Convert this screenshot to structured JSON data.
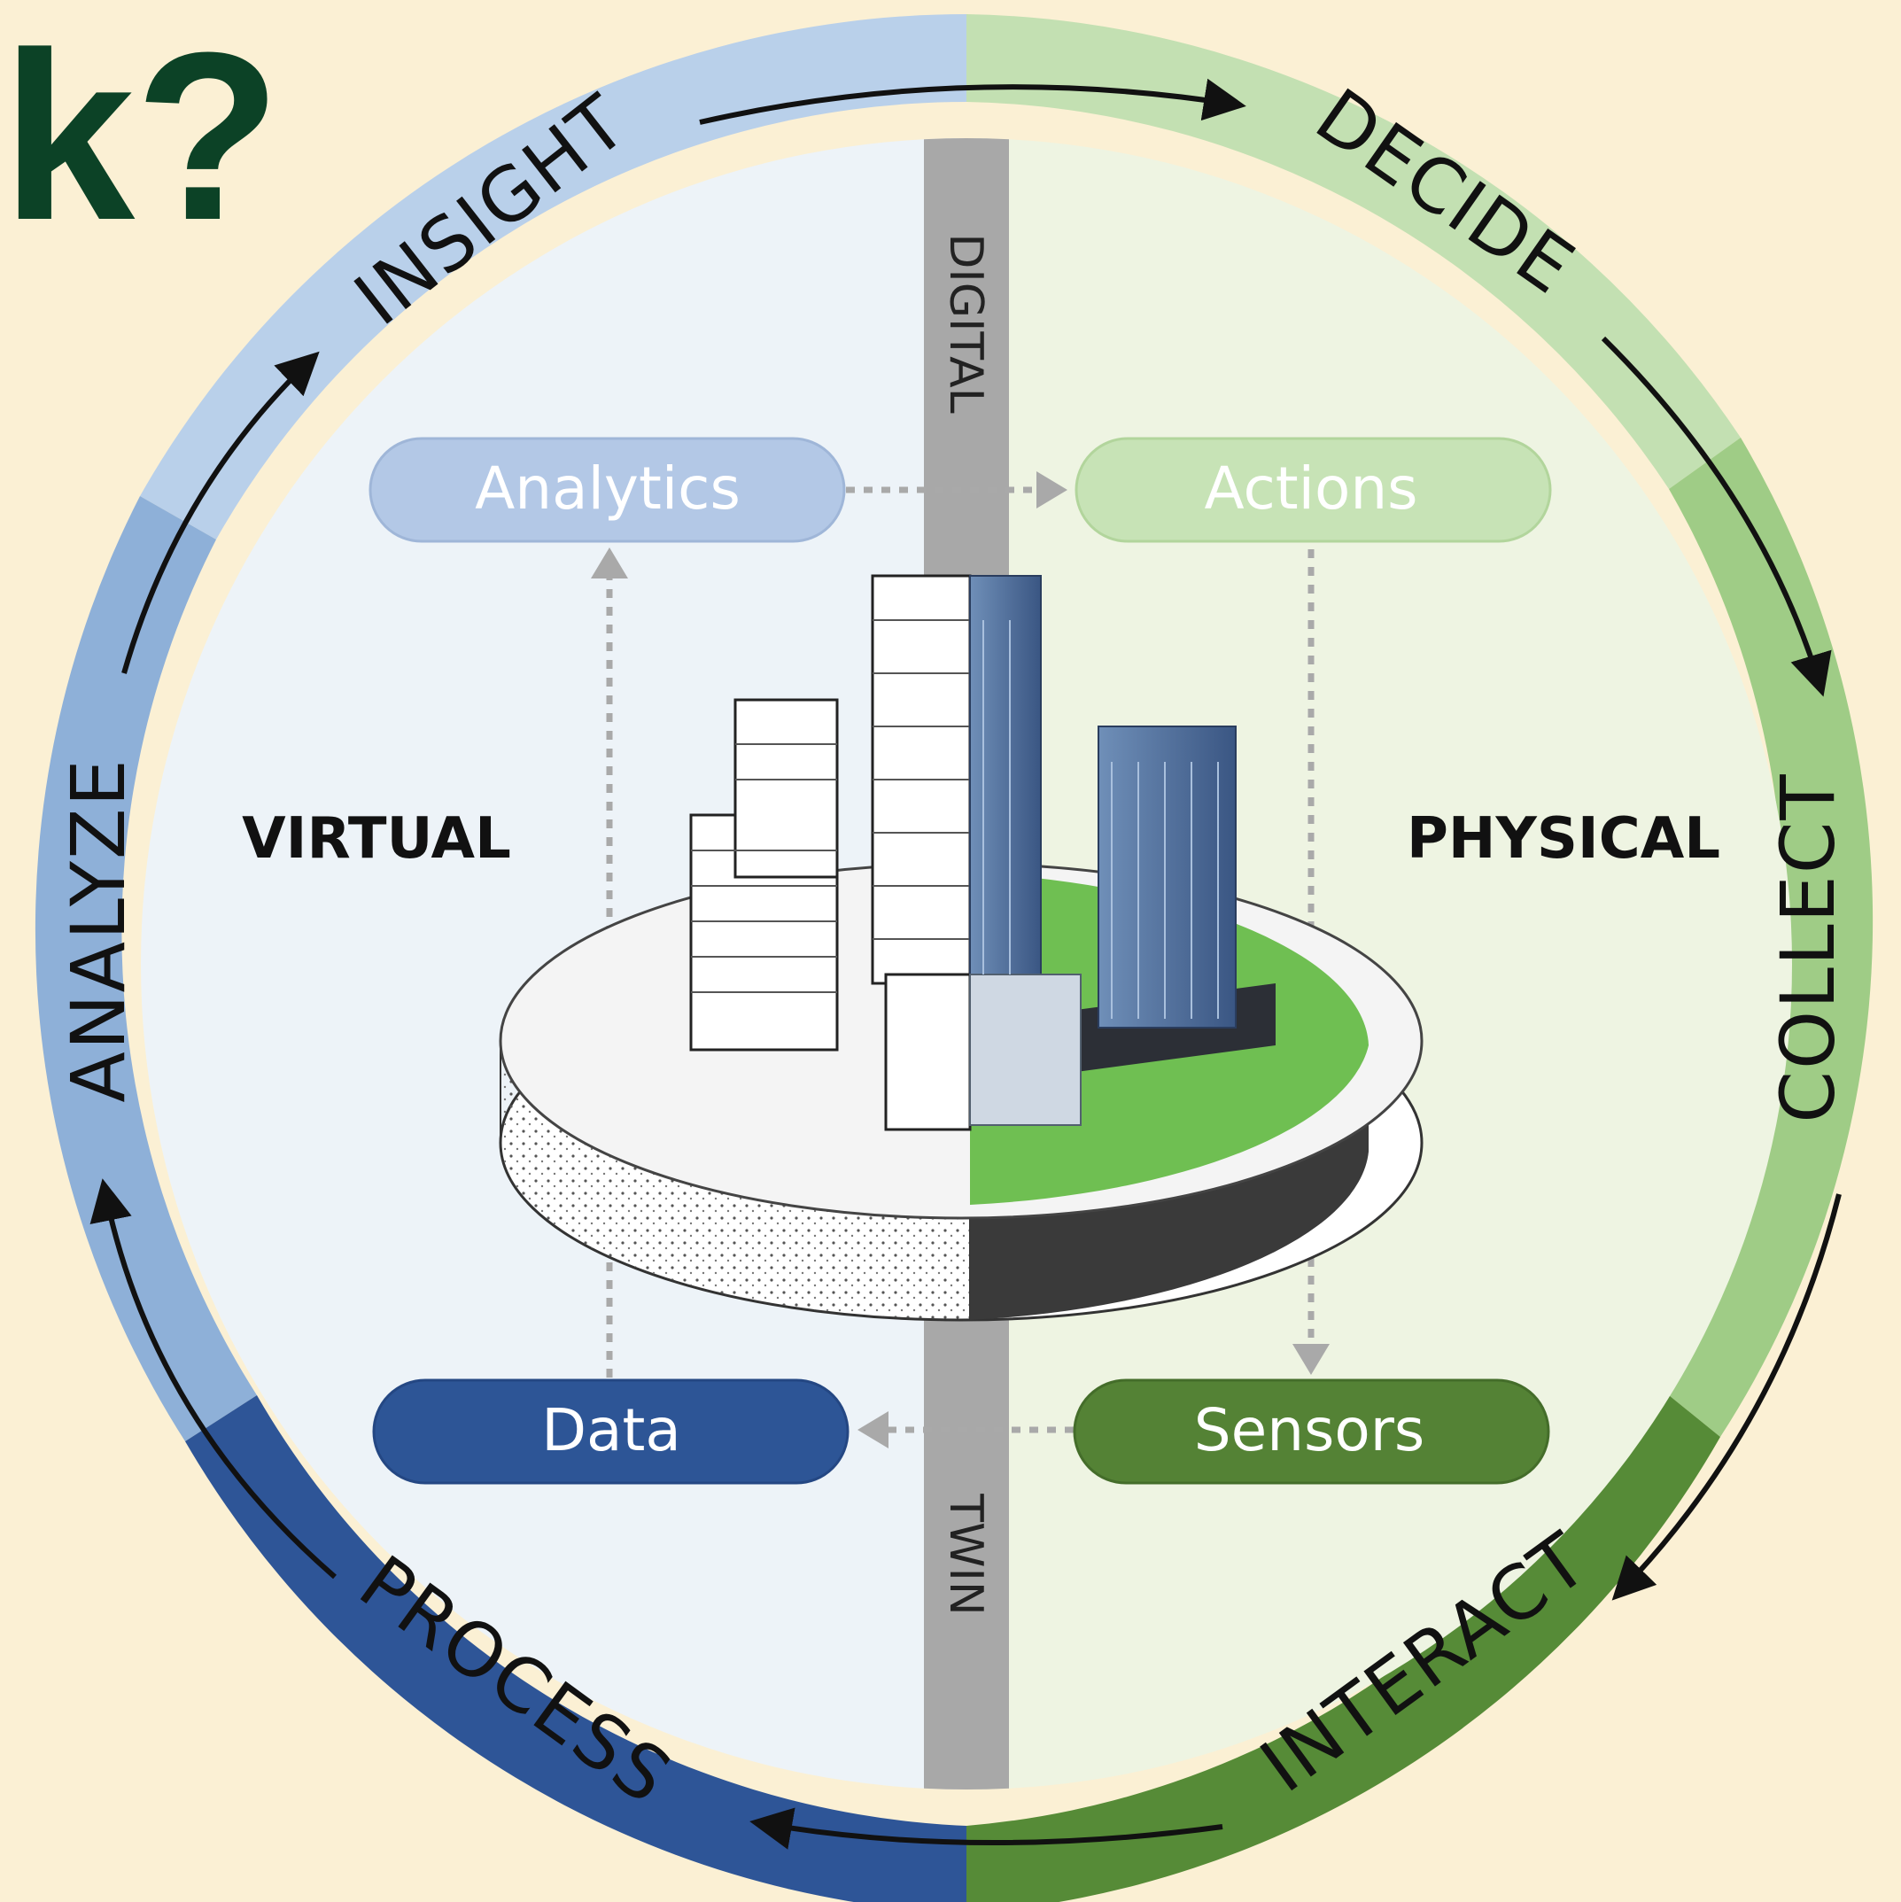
{
  "heading": "k?",
  "ring": {
    "segments": [
      "INSIGHT",
      "DECIDE",
      "COLLECT",
      "INTERACT",
      "PROCESS",
      "ANALYZE"
    ]
  },
  "divider": {
    "top_label": "DIGITAL",
    "bottom_label": "TWIN"
  },
  "sides": {
    "left": "VIRTUAL",
    "right": "PHYSICAL"
  },
  "nodes": {
    "analytics": "Analytics",
    "actions": "Actions",
    "data": "Data",
    "sensors": "Sensors"
  },
  "colors": {
    "background": "#fbf0d4",
    "heading": "#0c4226",
    "insight_ring": "#b9d0ea",
    "analyze_ring": "#8eb0d8",
    "process_ring": "#2e5597",
    "decide_ring": "#c3e0b2",
    "collect_ring": "#9fcc86",
    "interact_ring": "#568b37",
    "virtual_fill": "#edf3f8",
    "physical_fill": "#eef4e2",
    "divider": "#a8a8a8",
    "analytics_pill": "#b3c8e6",
    "actions_pill": "#c7e3b6",
    "data_pill": "#2d5596",
    "sensors_pill": "#548235"
  }
}
